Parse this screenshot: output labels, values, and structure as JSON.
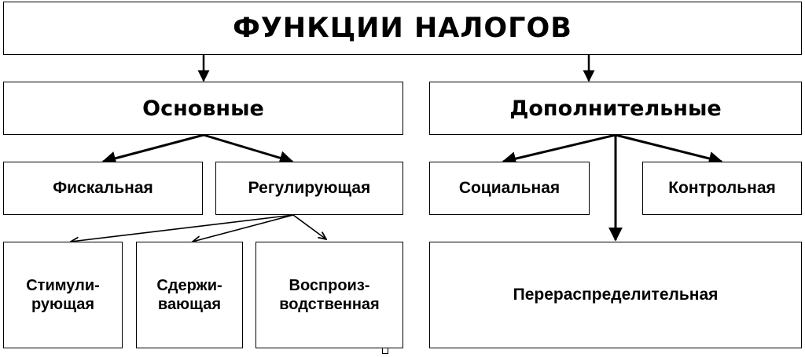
{
  "diagram": {
    "title": "ФУНКЦИИ НАЛОГОВ",
    "main": {
      "label": "Основные",
      "children": [
        "Фискальная",
        "Регулирующая"
      ],
      "regulating_children": [
        [
          "Стимули-",
          "рующая"
        ],
        [
          "Сдержи-",
          "вающая"
        ],
        [
          "Воспроиз-",
          "водственная"
        ]
      ]
    },
    "additional": {
      "label": "Дополнительные",
      "children": [
        "Социальная",
        "Контрольная"
      ],
      "bottom": "Перераспределительная"
    }
  }
}
